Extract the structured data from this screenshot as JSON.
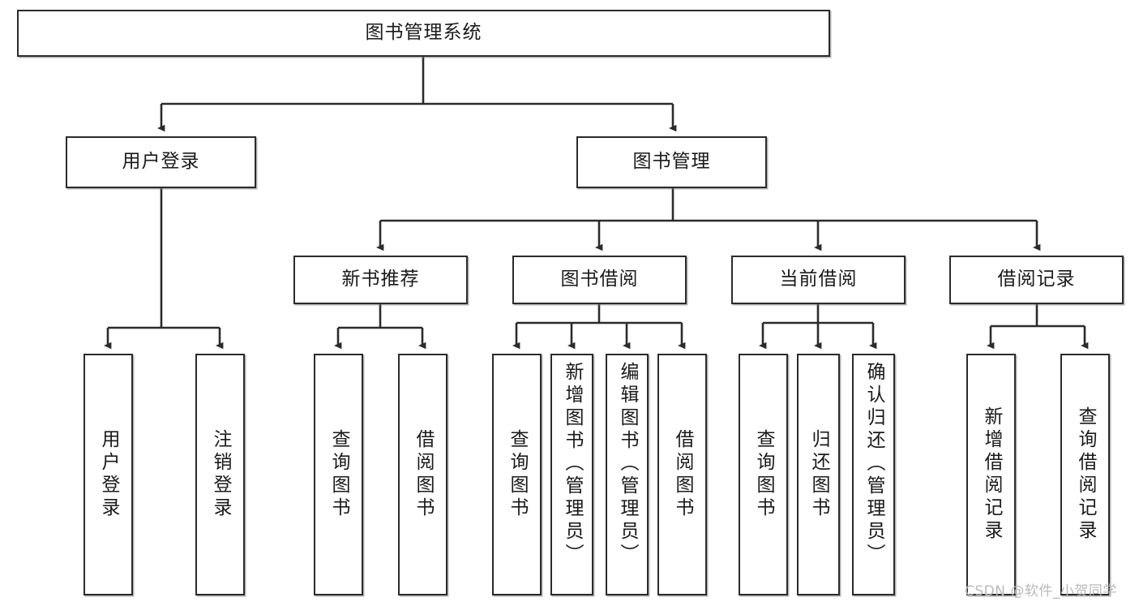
{
  "diagram": {
    "title": "图书管理系统",
    "type": "tree-hierarchy",
    "orientation": "top-down",
    "line_color": "#2b2b2b",
    "box_fill": "#ffffff",
    "text_color": "#1a1a1a"
  },
  "root": {
    "label": "图书管理系统"
  },
  "level2": [
    {
      "label": "用户登录"
    },
    {
      "label": "图书管理"
    }
  ],
  "level3": [
    {
      "label": "新书推荐"
    },
    {
      "label": "图书借阅"
    },
    {
      "label": "当前借阅"
    },
    {
      "label": "借阅记录"
    }
  ],
  "leaves": {
    "user_login": [
      {
        "label": "用户登录"
      },
      {
        "label": "注销登录"
      }
    ],
    "new_book_recommend": [
      {
        "label": "查询图书"
      },
      {
        "label": "借阅图书"
      }
    ],
    "book_borrow": [
      {
        "label": "查询图书"
      },
      {
        "label": "新增图书（管理员）"
      },
      {
        "label": "编辑图书（管理员）"
      },
      {
        "label": "借阅图书"
      }
    ],
    "current_borrow": [
      {
        "label": "查询图书"
      },
      {
        "label": "归还图书"
      },
      {
        "label": "确认归还（管理员）"
      }
    ],
    "borrow_record": [
      {
        "label": "新增借阅记录"
      },
      {
        "label": "查询借阅记录"
      }
    ]
  },
  "watermark": {
    "text": "CSDN @软件_小贺同学"
  }
}
